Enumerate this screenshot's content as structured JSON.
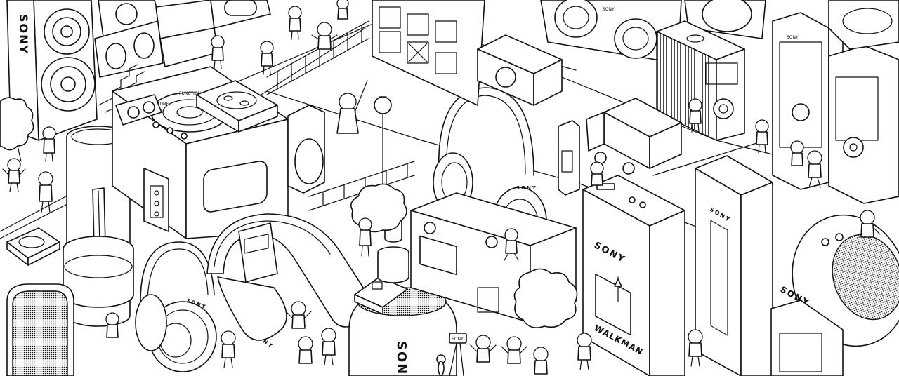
{
  "scene": {
    "style": "black-and-white isometric line-art illustration of consumer electronics with small cartoon people",
    "background_color": "#ffffff",
    "line_color": "#111111"
  },
  "labels": {
    "brand_vertical_left": "SONY",
    "brand_speaker_top": "SONY",
    "brand_headphones_center": "SONY",
    "brand_neckband": "SONY",
    "brand_earbuds": "SONY",
    "brand_walkman_top": "SONY",
    "walkman_logo": "WALKMAN",
    "brand_round_speaker": "SONY",
    "brand_tall_speaker": "SONY",
    "brand_bottom_center": "SONY",
    "brand_player_right": "SONY",
    "radio_dial_label": "FUNCTION",
    "radio_tune_label": "TUNE"
  },
  "icons": {
    "headphones": "headphones-icon",
    "walkman": "cassette-player-icon",
    "speaker": "speaker-icon",
    "radio": "radio-icon",
    "tree": "tree-icon",
    "person": "person-icon"
  }
}
